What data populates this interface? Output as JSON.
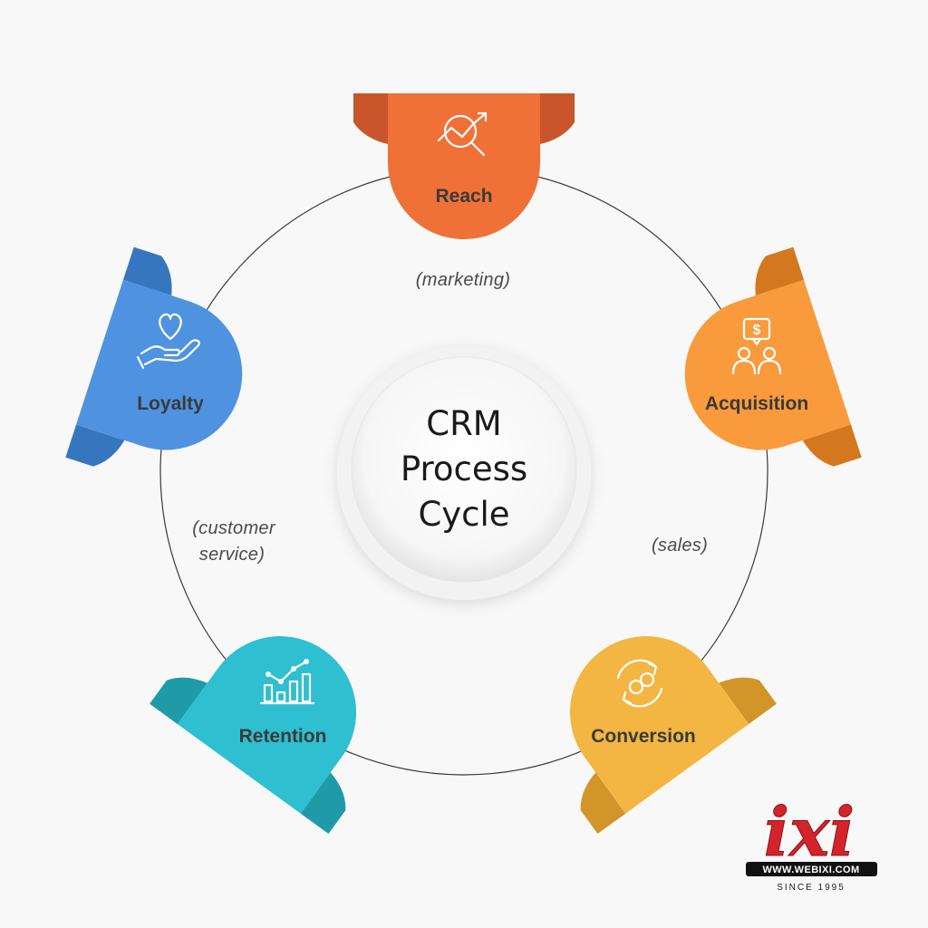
{
  "center": {
    "lines": [
      "CRM",
      "Process",
      "Cycle"
    ]
  },
  "stages": [
    {
      "label": "Reach",
      "color": "#f07138",
      "dark": "#c9552a",
      "icon": "chart-magnifier-icon"
    },
    {
      "label": "Acquisition",
      "color": "#f99a3c",
      "dark": "#d4781f",
      "icon": "customer-money-icon"
    },
    {
      "label": "Conversion",
      "color": "#f3b642",
      "dark": "#d1952a",
      "icon": "cycle-convert-icon"
    },
    {
      "label": "Retention",
      "color": "#2ebfd0",
      "dark": "#1f9aa8",
      "icon": "growth-bar-chart-icon"
    },
    {
      "label": "Loyalty",
      "color": "#4f93e0",
      "dark": "#3676bf",
      "icon": "heart-hand-icon"
    }
  ],
  "phases": {
    "marketing": "(marketing)",
    "sales": "(sales)",
    "customer_service": [
      "(customer",
      "service)"
    ]
  },
  "logo": {
    "mark": "ixi",
    "url": "WWW.WEBIXI.COM",
    "since": "SINCE 1995",
    "color": "#d4242b"
  }
}
